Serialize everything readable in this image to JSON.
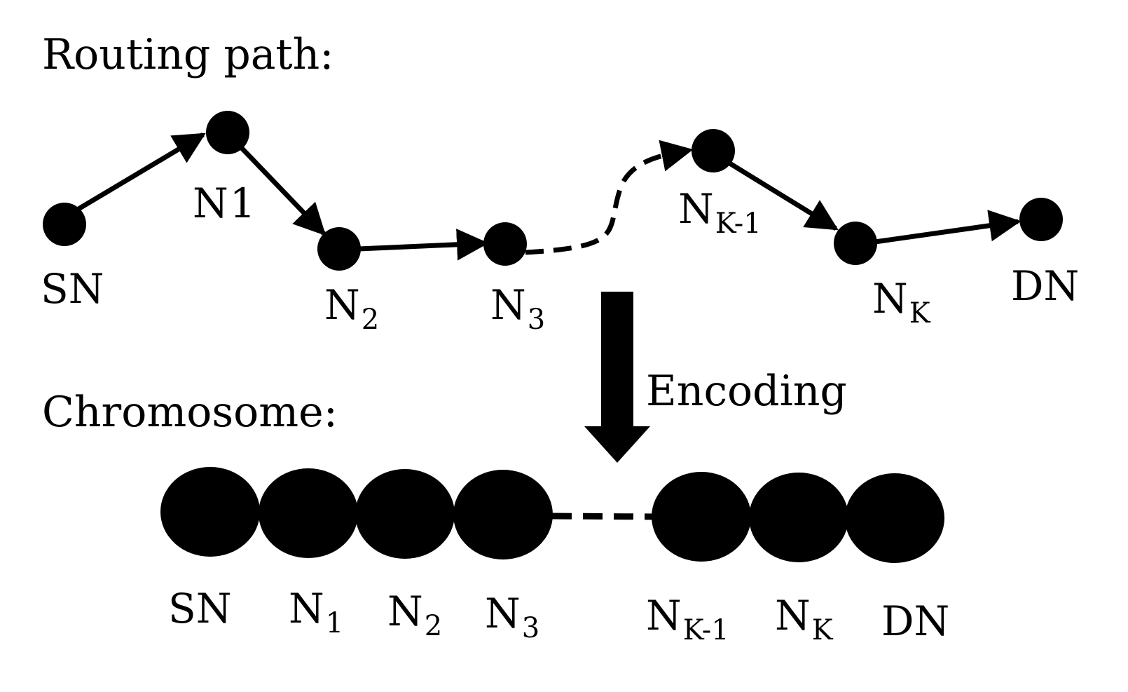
{
  "headings": {
    "routing_path": "Routing path:",
    "chromosome": "Chromosome:",
    "encoding": "Encoding"
  },
  "routing_path": {
    "nodes": [
      {
        "id": "sn",
        "base": "SN",
        "sub": ""
      },
      {
        "id": "n1",
        "base": "N",
        "sub": "1"
      },
      {
        "id": "n2",
        "base": "N",
        "sub": "2"
      },
      {
        "id": "n3",
        "base": "N",
        "sub": "3"
      },
      {
        "id": "nk1",
        "base": "N",
        "sub": "K-1"
      },
      {
        "id": "nk",
        "base": "N",
        "sub": "K"
      },
      {
        "id": "dn",
        "base": "DN",
        "sub": ""
      }
    ],
    "edges": [
      {
        "from": "sn",
        "to": "n1",
        "style": "solid",
        "arrow": true
      },
      {
        "from": "n1",
        "to": "n2",
        "style": "solid",
        "arrow": true
      },
      {
        "from": "n2",
        "to": "n3",
        "style": "solid",
        "arrow": true
      },
      {
        "from": "n3",
        "to": "nk1",
        "style": "dashed",
        "arrow": true
      },
      {
        "from": "nk1",
        "to": "nk",
        "style": "solid",
        "arrow": true
      },
      {
        "from": "nk",
        "to": "dn",
        "style": "solid",
        "arrow": true
      }
    ]
  },
  "chromosome": {
    "genes": [
      {
        "id": "sn",
        "base": "SN",
        "sub": ""
      },
      {
        "id": "n1",
        "base": "N",
        "sub": "1"
      },
      {
        "id": "n2",
        "base": "N",
        "sub": "2"
      },
      {
        "id": "n3",
        "base": "N",
        "sub": "3"
      },
      {
        "id": "nk1",
        "base": "N",
        "sub": "K-1"
      },
      {
        "id": "nk",
        "base": "N",
        "sub": "K"
      },
      {
        "id": "dn",
        "base": "DN",
        "sub": ""
      }
    ]
  },
  "colors": {
    "ink": "#000000",
    "background": "#ffffff"
  }
}
